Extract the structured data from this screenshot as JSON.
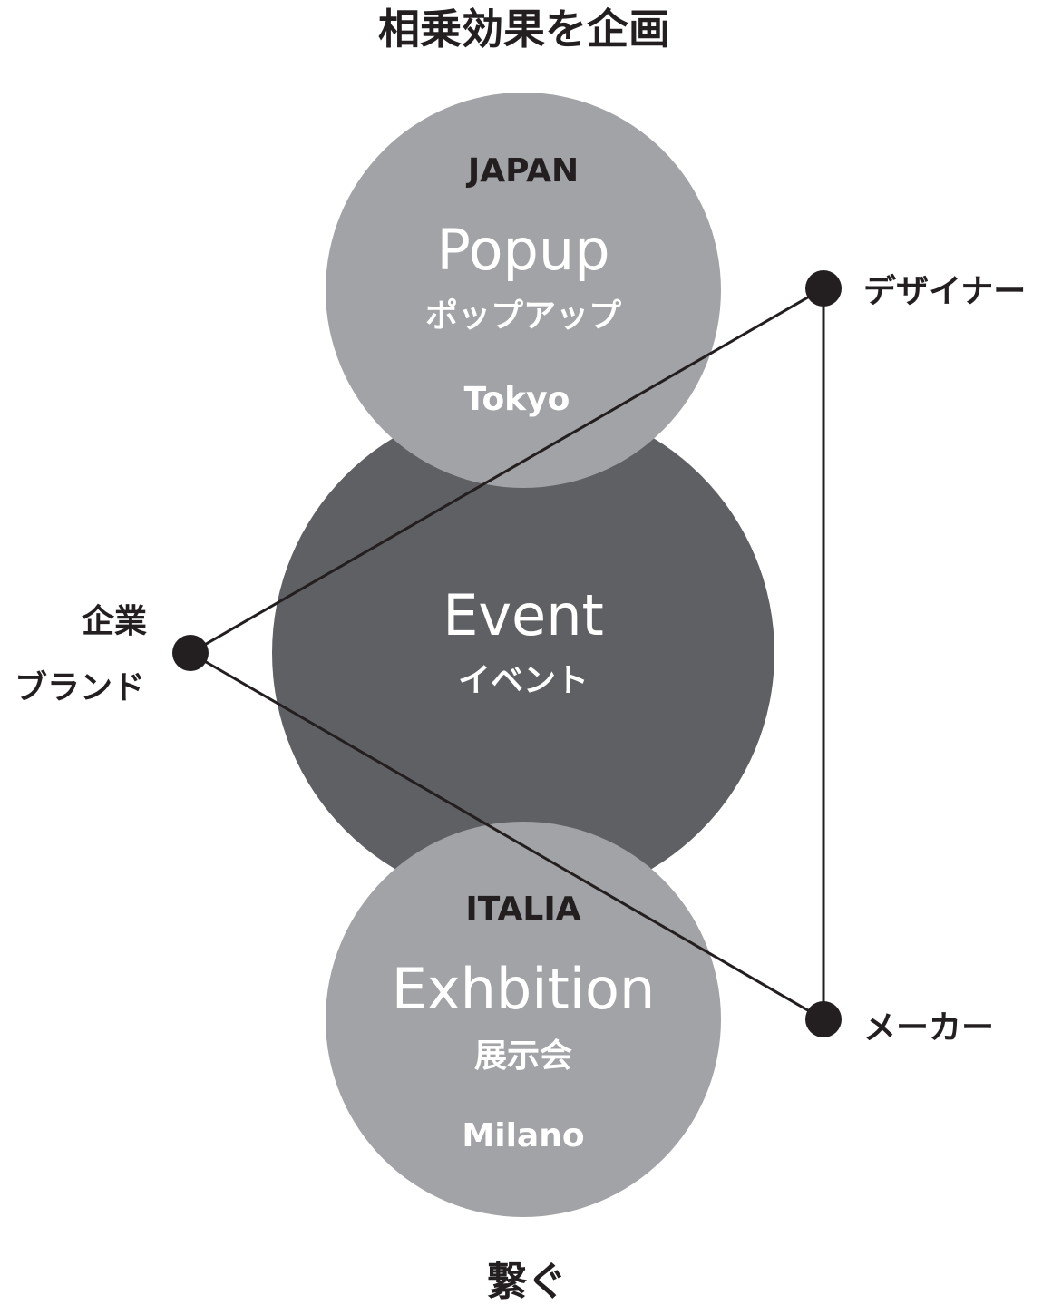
{
  "title": "相乗効果を企画",
  "footer": "繋ぐ",
  "colors": {
    "light_circle": "#a2a3a6",
    "dark_circle": "#5f6064",
    "line": "#231f20",
    "node": "#231f20",
    "text_dark": "#231f20",
    "text_light": "#ffffff"
  },
  "circles": {
    "top": {
      "region": "JAPAN",
      "title": "Popup",
      "subtitle": "ポップアップ",
      "city": "Tokyo"
    },
    "middle": {
      "title": "Event",
      "subtitle": "イベント"
    },
    "bottom": {
      "region": "ITALIA",
      "title": "Exhbition",
      "subtitle": "展示会",
      "city": "Milano"
    }
  },
  "nodes": {
    "left_line1": "企業",
    "left_line2": "ブランド",
    "right_top": "デザイナー",
    "right_bottom": "メーカー"
  }
}
